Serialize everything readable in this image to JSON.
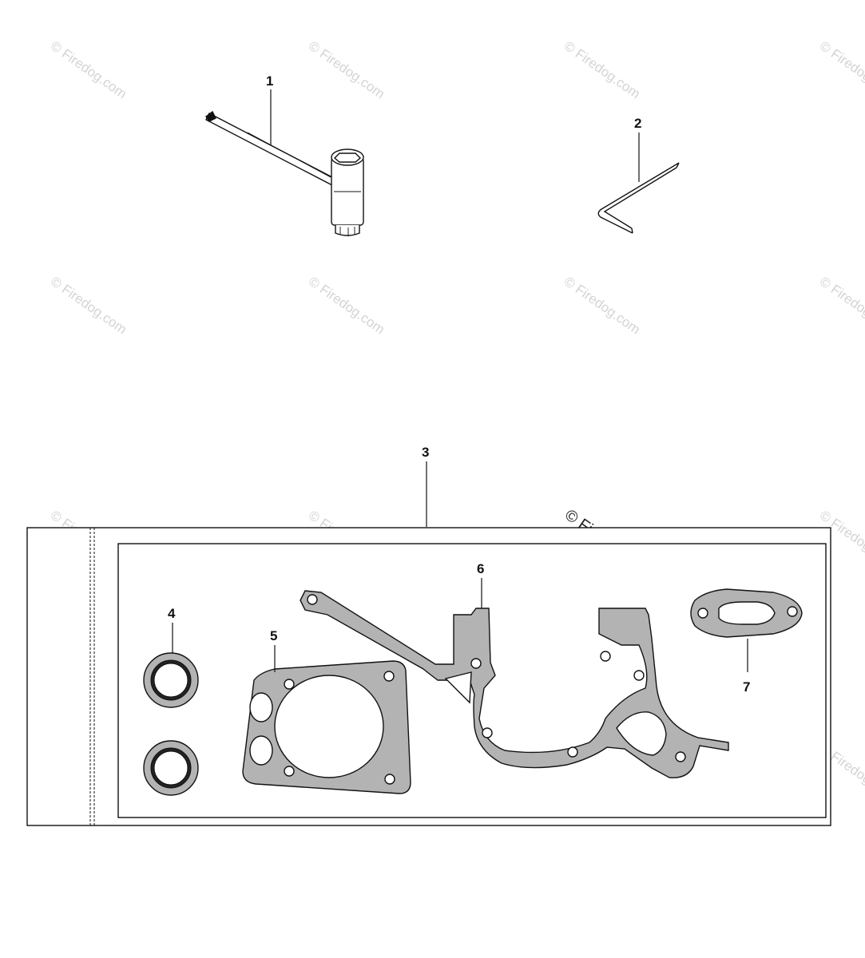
{
  "diagram": {
    "callouts": {
      "c1": "1",
      "c2": "2",
      "c3": "3",
      "c4": "4",
      "c5": "5",
      "c6": "6",
      "c7": "7"
    },
    "watermark": "© Firedog.com",
    "colors": {
      "line": "#111111",
      "gasket_fill": "#b3b3b3",
      "watermark": "#d4d4d4"
    }
  }
}
